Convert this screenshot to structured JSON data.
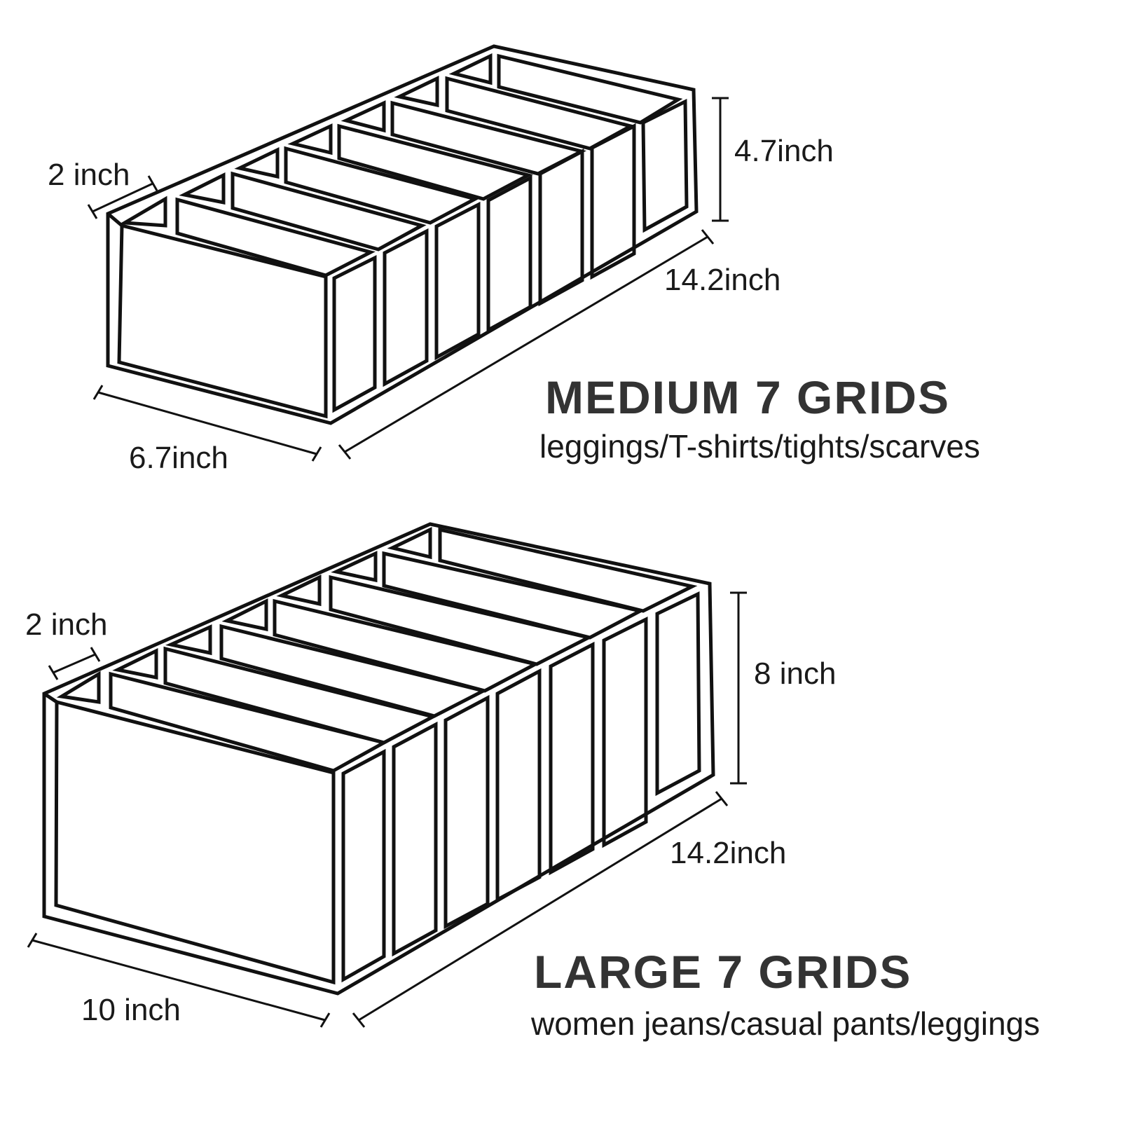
{
  "organizers": [
    {
      "title": "MEDIUM 7 GRIDS",
      "uses": "leggings/T-shirts/tights/scarves",
      "grids": 7,
      "dimensions": {
        "compartment_width": "2 inch",
        "height": "4.7inch",
        "length": "14.2inch",
        "width": "6.7inch"
      }
    },
    {
      "title": "LARGE 7 GRIDS",
      "uses": "women jeans/casual pants/leggings",
      "grids": 7,
      "dimensions": {
        "compartment_width": "2 inch",
        "height": "8 inch",
        "length": "14.2inch",
        "width": "10 inch"
      }
    }
  ],
  "colors": {
    "line": "#111111",
    "title": "#333333",
    "text": "#1a1a1a",
    "background": "#ffffff"
  }
}
